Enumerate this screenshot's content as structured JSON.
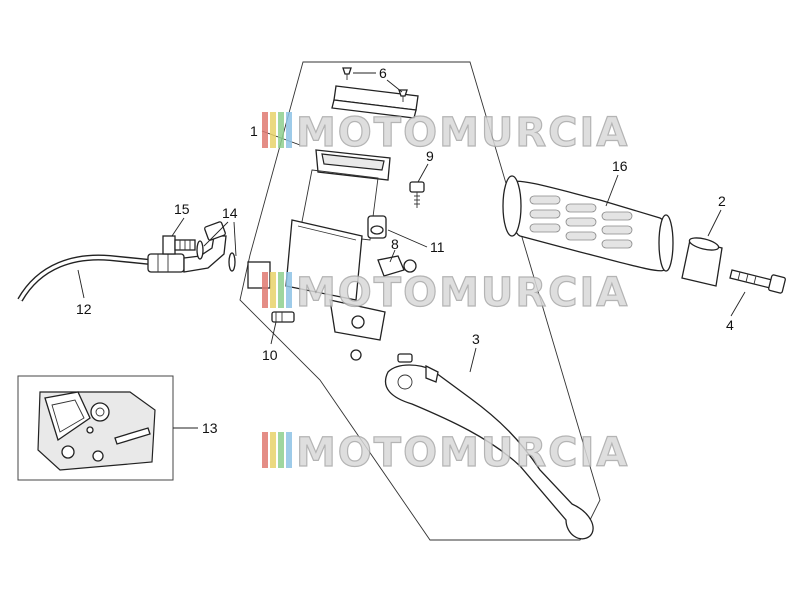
{
  "watermark": {
    "text": "MOTOMURCIA"
  },
  "callouts": {
    "p1": "1",
    "p2": "2",
    "p3": "3",
    "p4": "4",
    "p6": "6",
    "p8": "8",
    "p9": "9",
    "p10": "10",
    "p11": "11",
    "p12": "12",
    "p13": "13",
    "p14": "14",
    "p15": "15",
    "p16": "16"
  },
  "colors": {
    "stripe_red": "#e07a72",
    "stripe_yellow": "#e8d36a",
    "stripe_green": "#8fd08f",
    "stripe_blue": "#8ec3e6"
  }
}
